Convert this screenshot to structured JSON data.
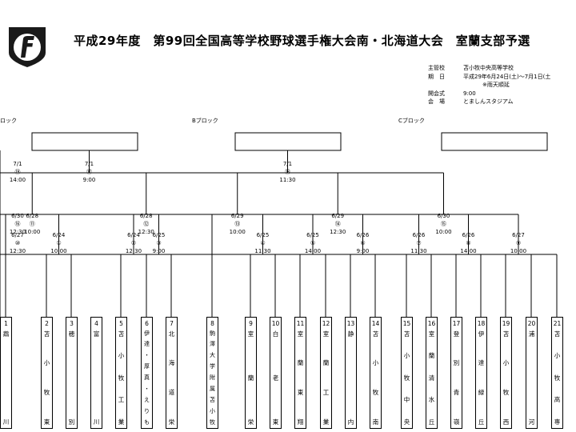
{
  "title": "平成29年度　第99回全国高等学校野球選手権大会南・北海道大会　室蘭支部予選",
  "info": [
    {
      "label": "主管校",
      "value": "苫小牧中央高等学校"
    },
    {
      "label": "期　日",
      "value": "平成29年6月24日(土)～7月1日(土"
    },
    {
      "label": "",
      "value": "※雨天順延"
    },
    {
      "label": "開会式",
      "value": "9:00"
    },
    {
      "label": "会　場",
      "value": "とましんスタジアム"
    }
  ],
  "blocks": [
    "ロック",
    "Bブロック",
    "Cブロック"
  ],
  "finals": [
    {
      "date": "7/1",
      "no": "⑰",
      "time": "9:00"
    },
    {
      "date": "7/1",
      "no": "⑱",
      "time": "11:30"
    },
    {
      "date": "7/1",
      "no": "⑲",
      "time": "14:00"
    }
  ],
  "semis": [
    {
      "date": "6/28",
      "no": "⑪",
      "time": "10:00"
    },
    {
      "date": "6/28",
      "no": "⑫",
      "time": "12:30"
    },
    {
      "date": "6/29",
      "no": "⑬",
      "time": "10:00"
    },
    {
      "date": "6/29",
      "no": "⑭",
      "time": "12:30"
    },
    {
      "date": "6/30",
      "no": "⑮",
      "time": "10:00"
    },
    {
      "date": "6/30",
      "no": "⑯",
      "time": "12:30"
    }
  ],
  "firsts": [
    {
      "date": "6/24",
      "no": "①",
      "time": "10:00"
    },
    {
      "date": "6/24",
      "no": "②",
      "time": "12:30"
    },
    {
      "date": "6/25",
      "no": "③",
      "time": "9:00"
    },
    {
      "date": "6/25",
      "no": "④",
      "time": "11:30"
    },
    {
      "date": "6/25",
      "no": "⑤",
      "time": "14:00"
    },
    {
      "date": "6/26",
      "no": "⑥",
      "time": "9:00"
    },
    {
      "date": "6/26",
      "no": "⑦",
      "time": "11:30"
    },
    {
      "date": "6/26",
      "no": "⑧",
      "time": "14:00"
    },
    {
      "date": "6/27",
      "no": "⑨",
      "time": "10:00"
    },
    {
      "date": "6/27",
      "no": "⑩",
      "time": "12:30"
    }
  ],
  "teams": [
    {
      "num": "1",
      "chars": [
        "鵡",
        "川"
      ]
    },
    {
      "num": "2",
      "chars": [
        "苫",
        "小",
        "牧",
        "東"
      ]
    },
    {
      "num": "3",
      "chars": [
        "穂",
        "別"
      ]
    },
    {
      "num": "4",
      "chars": [
        "富",
        "川"
      ]
    },
    {
      "num": "5",
      "chars": [
        "苫",
        "小",
        "牧",
        "工",
        "業"
      ]
    },
    {
      "num": "6",
      "chars": [
        "伊",
        "達",
        "・",
        "厚",
        "真",
        "・",
        "え",
        "り",
        "も"
      ]
    },
    {
      "num": "7",
      "chars": [
        "北",
        "海",
        "道",
        "栄"
      ]
    },
    {
      "num": "8",
      "chars": [
        "駒",
        "澤",
        "大",
        "学",
        "附",
        "属",
        "苫",
        "小",
        "牧"
      ]
    },
    {
      "num": "9",
      "chars": [
        "室",
        "蘭",
        "栄"
      ]
    },
    {
      "num": "10",
      "chars": [
        "白",
        "老",
        "東"
      ]
    },
    {
      "num": "11",
      "chars": [
        "室",
        "蘭",
        "東",
        "翔"
      ]
    },
    {
      "num": "12",
      "chars": [
        "室",
        "蘭",
        "工",
        "業"
      ]
    },
    {
      "num": "13",
      "chars": [
        "静",
        "内"
      ]
    },
    {
      "num": "14",
      "chars": [
        "苫",
        "小",
        "牧",
        "南"
      ]
    },
    {
      "num": "15",
      "chars": [
        "苫",
        "小",
        "牧",
        "中",
        "央"
      ]
    },
    {
      "num": "16",
      "chars": [
        "室",
        "蘭",
        "清",
        "水",
        "丘"
      ]
    },
    {
      "num": "17",
      "chars": [
        "登",
        "別",
        "青",
        "嶺"
      ]
    },
    {
      "num": "18",
      "chars": [
        "伊",
        "達",
        "緑",
        "丘"
      ]
    },
    {
      "num": "19",
      "chars": [
        "苫",
        "小",
        "牧",
        "西"
      ]
    },
    {
      "num": "20",
      "chars": [
        "浦",
        "河"
      ]
    },
    {
      "num": "21",
      "chars": [
        "苫",
        "小",
        "牧",
        "高",
        "専"
      ]
    }
  ]
}
